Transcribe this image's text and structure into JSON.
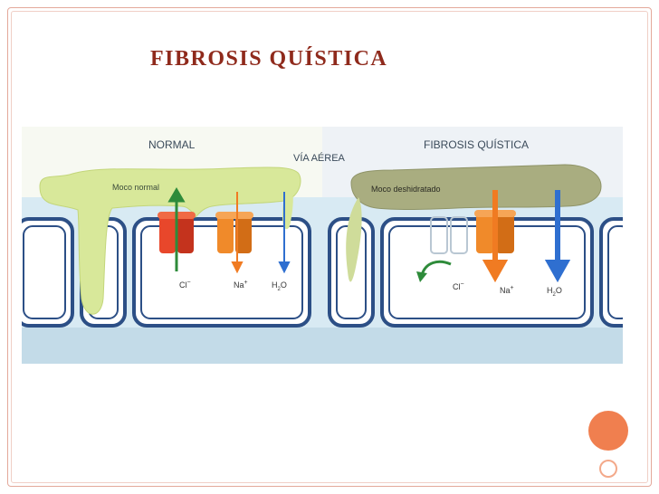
{
  "slide": {
    "title": "FIBROSIS QUÍSTICA"
  },
  "figure": {
    "left_panel": {
      "title": "NORMAL",
      "airway_label": "VÍA AÉREA",
      "mucus_label": "Moco normal",
      "ions": {
        "cl": "Cl",
        "cl_sup": "−",
        "na": "Na",
        "na_sup": "+",
        "h2o": "H",
        "h2o_sub": "2",
        "h2o_end": "O"
      }
    },
    "right_panel": {
      "title": "FIBROSIS QUÍSTICA",
      "mucus_label": "Moco deshidratado",
      "ions": {
        "cl": "Cl",
        "cl_sup": "−",
        "na": "Na",
        "na_sup": "+",
        "h2o": "H",
        "h2o_sub": "2",
        "h2o_end": "O"
      }
    }
  },
  "colors": {
    "title": "#8f2a1c",
    "frame": "#e3a89a",
    "mucus_normal": "#d8e89a",
    "mucus_dehydrated": "#a9ad80",
    "channel_cl": "#e8472b",
    "channel_na": "#f08a2a",
    "cell_fill": "#ffffff",
    "airway_fluid": "#cfe4ef",
    "arrow_cl": "#2e8b3a",
    "arrow_na": "#f07b22",
    "arrow_h2o": "#2f6fd0",
    "deco_circle": "#f07f4f"
  }
}
